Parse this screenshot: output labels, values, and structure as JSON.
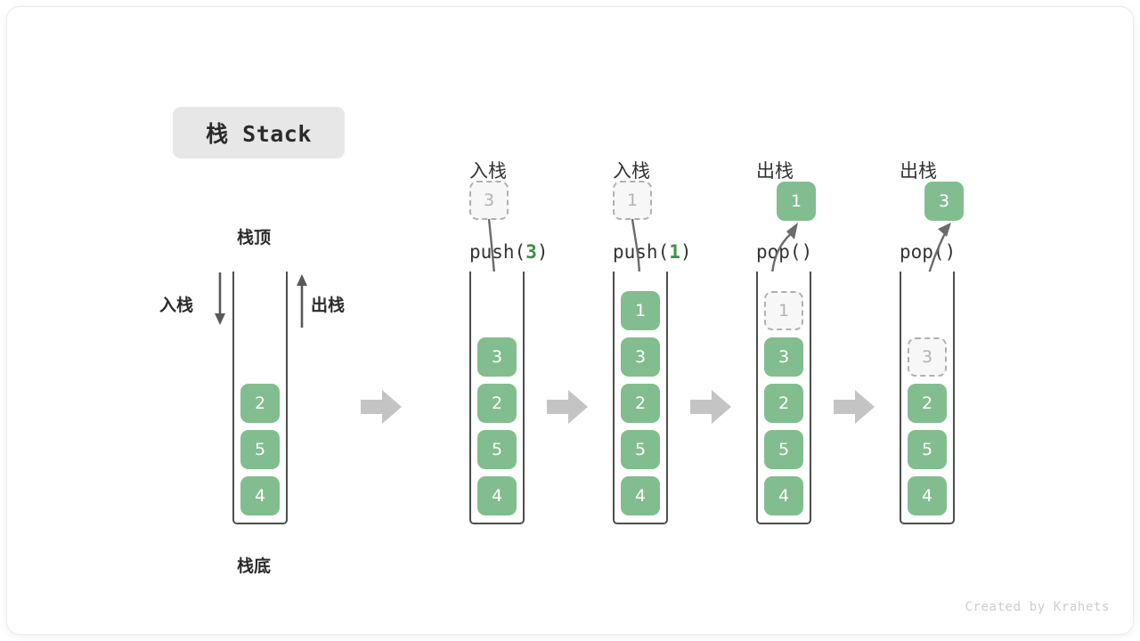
{
  "title": {
    "text": "栈 Stack"
  },
  "watermark": {
    "text": "Created by Krahets"
  },
  "colors": {
    "cell_fill": "#82bd8f",
    "cell_text": "#ffffff",
    "ghost_fill": "#f7f7f7",
    "ghost_border": "#b0b0b0",
    "ghost_text": "#b3b3b3",
    "container_border": "#4d4d4d",
    "flow_arrow": "#c4c4c4",
    "curve_arrow": "#6b6b6b",
    "accent_green": "#3f9142",
    "title_chip_bg": "#e7e7e7"
  },
  "base_stack": {
    "top_label": "栈顶",
    "bottom_label": "栈底",
    "push_label": "入栈",
    "pop_label": "出栈",
    "cells": [
      "2",
      "5",
      "4"
    ]
  },
  "steps": [
    {
      "id": "step-push-3",
      "op_label": "入栈",
      "op_call_prefix": "push(",
      "op_call_arg": "3",
      "op_call_suffix": ")",
      "incoming_value": "3",
      "incoming_kind": "ghost-above",
      "cells": [
        {
          "value": "3",
          "state": "full"
        },
        {
          "value": "2",
          "state": "full"
        },
        {
          "value": "5",
          "state": "full"
        },
        {
          "value": "4",
          "state": "full"
        }
      ]
    },
    {
      "id": "step-push-1",
      "op_label": "入栈",
      "op_call_prefix": "push(",
      "op_call_arg": "1",
      "op_call_suffix": ")",
      "incoming_value": "1",
      "incoming_kind": "ghost-above",
      "cells": [
        {
          "value": "1",
          "state": "full"
        },
        {
          "value": "3",
          "state": "full"
        },
        {
          "value": "2",
          "state": "full"
        },
        {
          "value": "5",
          "state": "full"
        },
        {
          "value": "4",
          "state": "full"
        }
      ]
    },
    {
      "id": "step-pop-1",
      "op_label": "出栈",
      "op_call_prefix": "pop(",
      "op_call_arg": "",
      "op_call_suffix": ")",
      "outgoing_value": "1",
      "incoming_kind": "full-above",
      "cells": [
        {
          "value": "1",
          "state": "ghost"
        },
        {
          "value": "3",
          "state": "full"
        },
        {
          "value": "2",
          "state": "full"
        },
        {
          "value": "5",
          "state": "full"
        },
        {
          "value": "4",
          "state": "full"
        }
      ]
    },
    {
      "id": "step-pop-3",
      "op_label": "出栈",
      "op_call_prefix": "pop(",
      "op_call_arg": "",
      "op_call_suffix": ")",
      "outgoing_value": "3",
      "incoming_kind": "full-above",
      "cells": [
        {
          "value": "3",
          "state": "ghost"
        },
        {
          "value": "2",
          "state": "full"
        },
        {
          "value": "5",
          "state": "full"
        },
        {
          "value": "4",
          "state": "full"
        }
      ]
    }
  ]
}
